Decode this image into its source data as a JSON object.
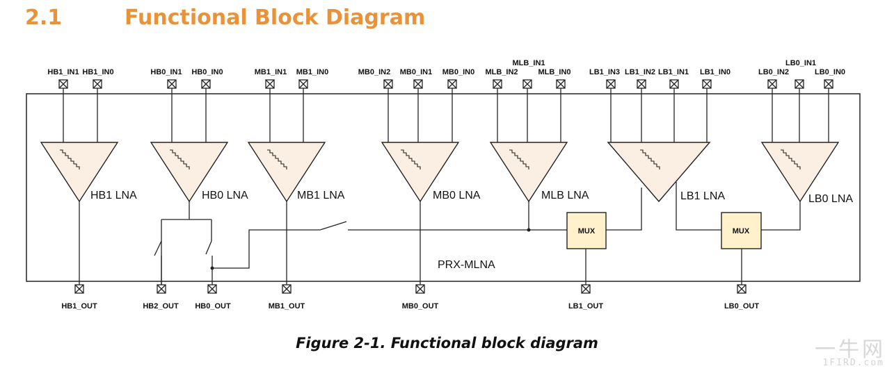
{
  "section": {
    "number": "2.1",
    "title": "Functional Block Diagram"
  },
  "caption": "Figure 2-1. Functional block diagram",
  "block_label": "PRX-MLNA",
  "mux_label": "MUX",
  "lnas": [
    {
      "label": "HB1 LNA",
      "inputs": [
        "HB1_IN1",
        "HB1_IN0"
      ]
    },
    {
      "label": "HB0 LNA",
      "inputs": [
        "HB0_IN1",
        "HB0_IN0"
      ]
    },
    {
      "label": "MB1 LNA",
      "inputs": [
        "MB1_IN1",
        "MB1_IN0"
      ]
    },
    {
      "label": "MB0 LNA",
      "inputs": [
        "MB0_IN2",
        "MB0_IN1",
        "MB0_IN0"
      ]
    },
    {
      "label": "MLB LNA",
      "inputs": [
        "MLB_IN2",
        "MLB_IN1",
        "MLB_IN0"
      ]
    },
    {
      "label": "LB1 LNA",
      "inputs": [
        "LB1_IN3",
        "LB1_IN2",
        "LB1_IN1",
        "LB1_IN0"
      ]
    },
    {
      "label": "LB0 LNA",
      "inputs": [
        "LB0_IN2",
        "LB0_IN1",
        "LB0_IN0"
      ]
    }
  ],
  "outputs": [
    "HB1_OUT",
    "HB2_OUT",
    "HB0_OUT",
    "MB1_OUT",
    "MB0_OUT",
    "LB1_OUT",
    "LB0_OUT"
  ],
  "watermark": {
    "main": "一牛网",
    "sub": "1FIRD.com"
  }
}
